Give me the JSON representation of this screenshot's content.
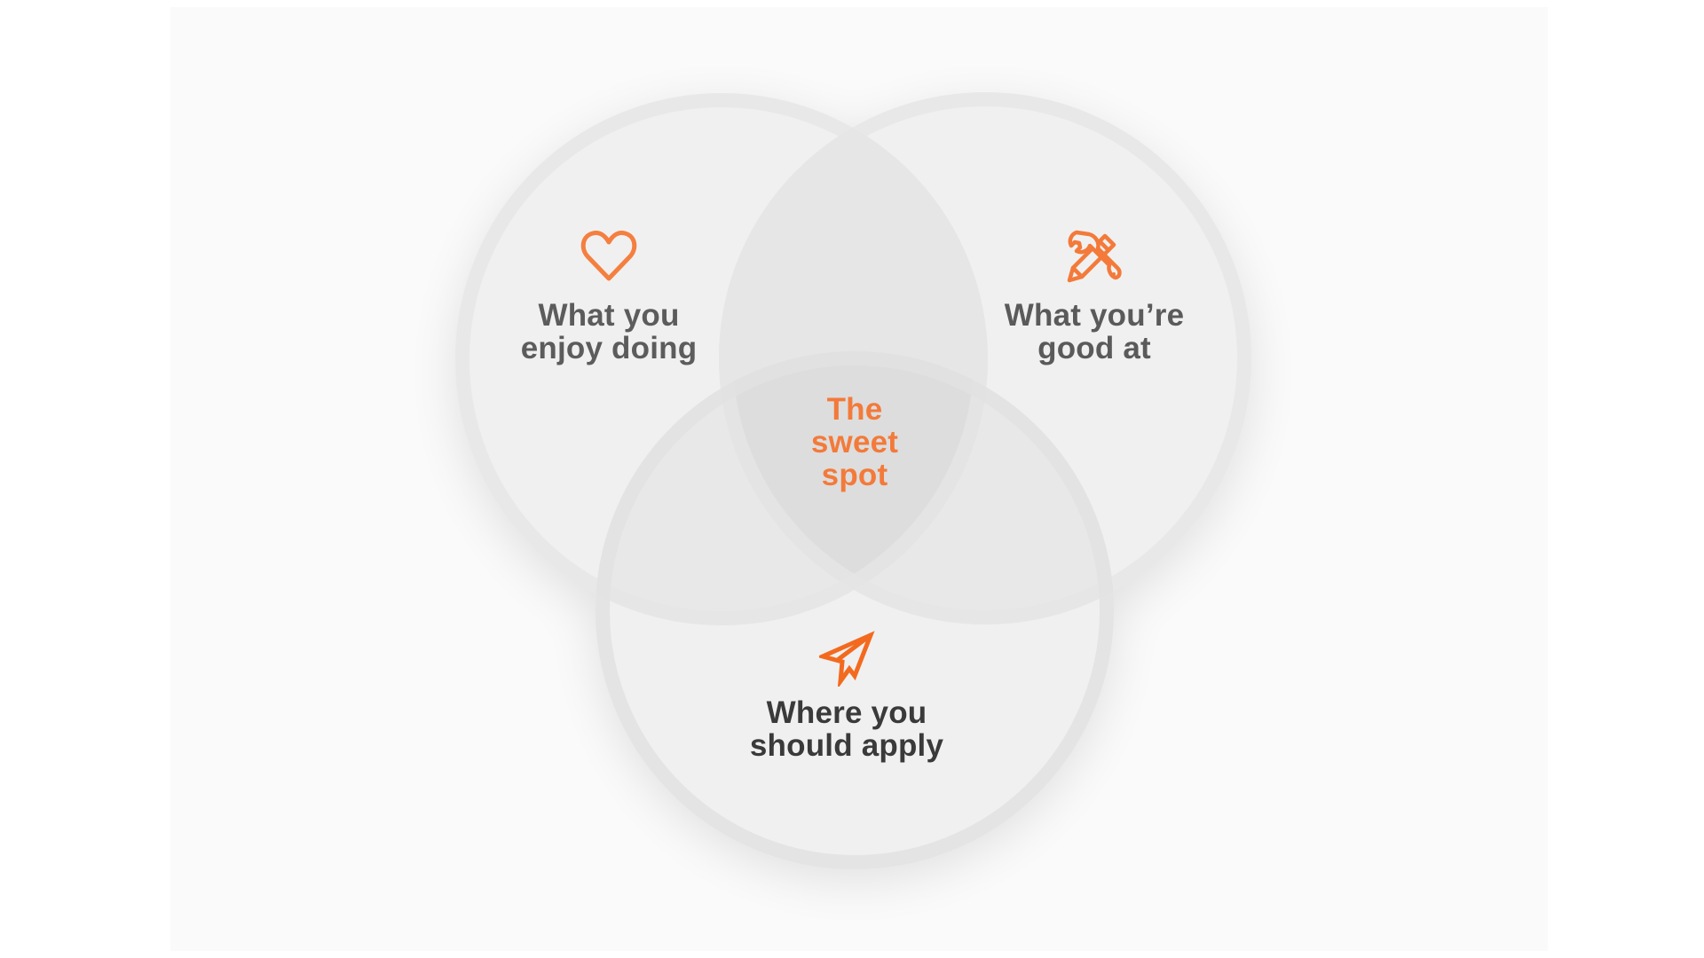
{
  "diagram": {
    "type": "venn",
    "colors": {
      "background": "#ffffff",
      "panel": "#fafafa",
      "circle_fill": "#efefef",
      "ring": "#e3e3e3",
      "accent": "#f37a3a",
      "label_dark": "#5c5c5c",
      "label_darker": "#3a3a3a"
    },
    "circles": [
      {
        "id": "enjoy",
        "icon": "heart-icon",
        "lines": [
          "What you",
          "enjoy doing"
        ]
      },
      {
        "id": "good-at",
        "icon": "tools-icon",
        "lines": [
          "What you’re",
          "good at"
        ]
      },
      {
        "id": "apply",
        "icon": "paper-plane-icon",
        "lines": [
          "Where you",
          "should apply"
        ]
      }
    ],
    "center": {
      "lines": [
        "The",
        "sweet",
        "spot"
      ]
    }
  }
}
